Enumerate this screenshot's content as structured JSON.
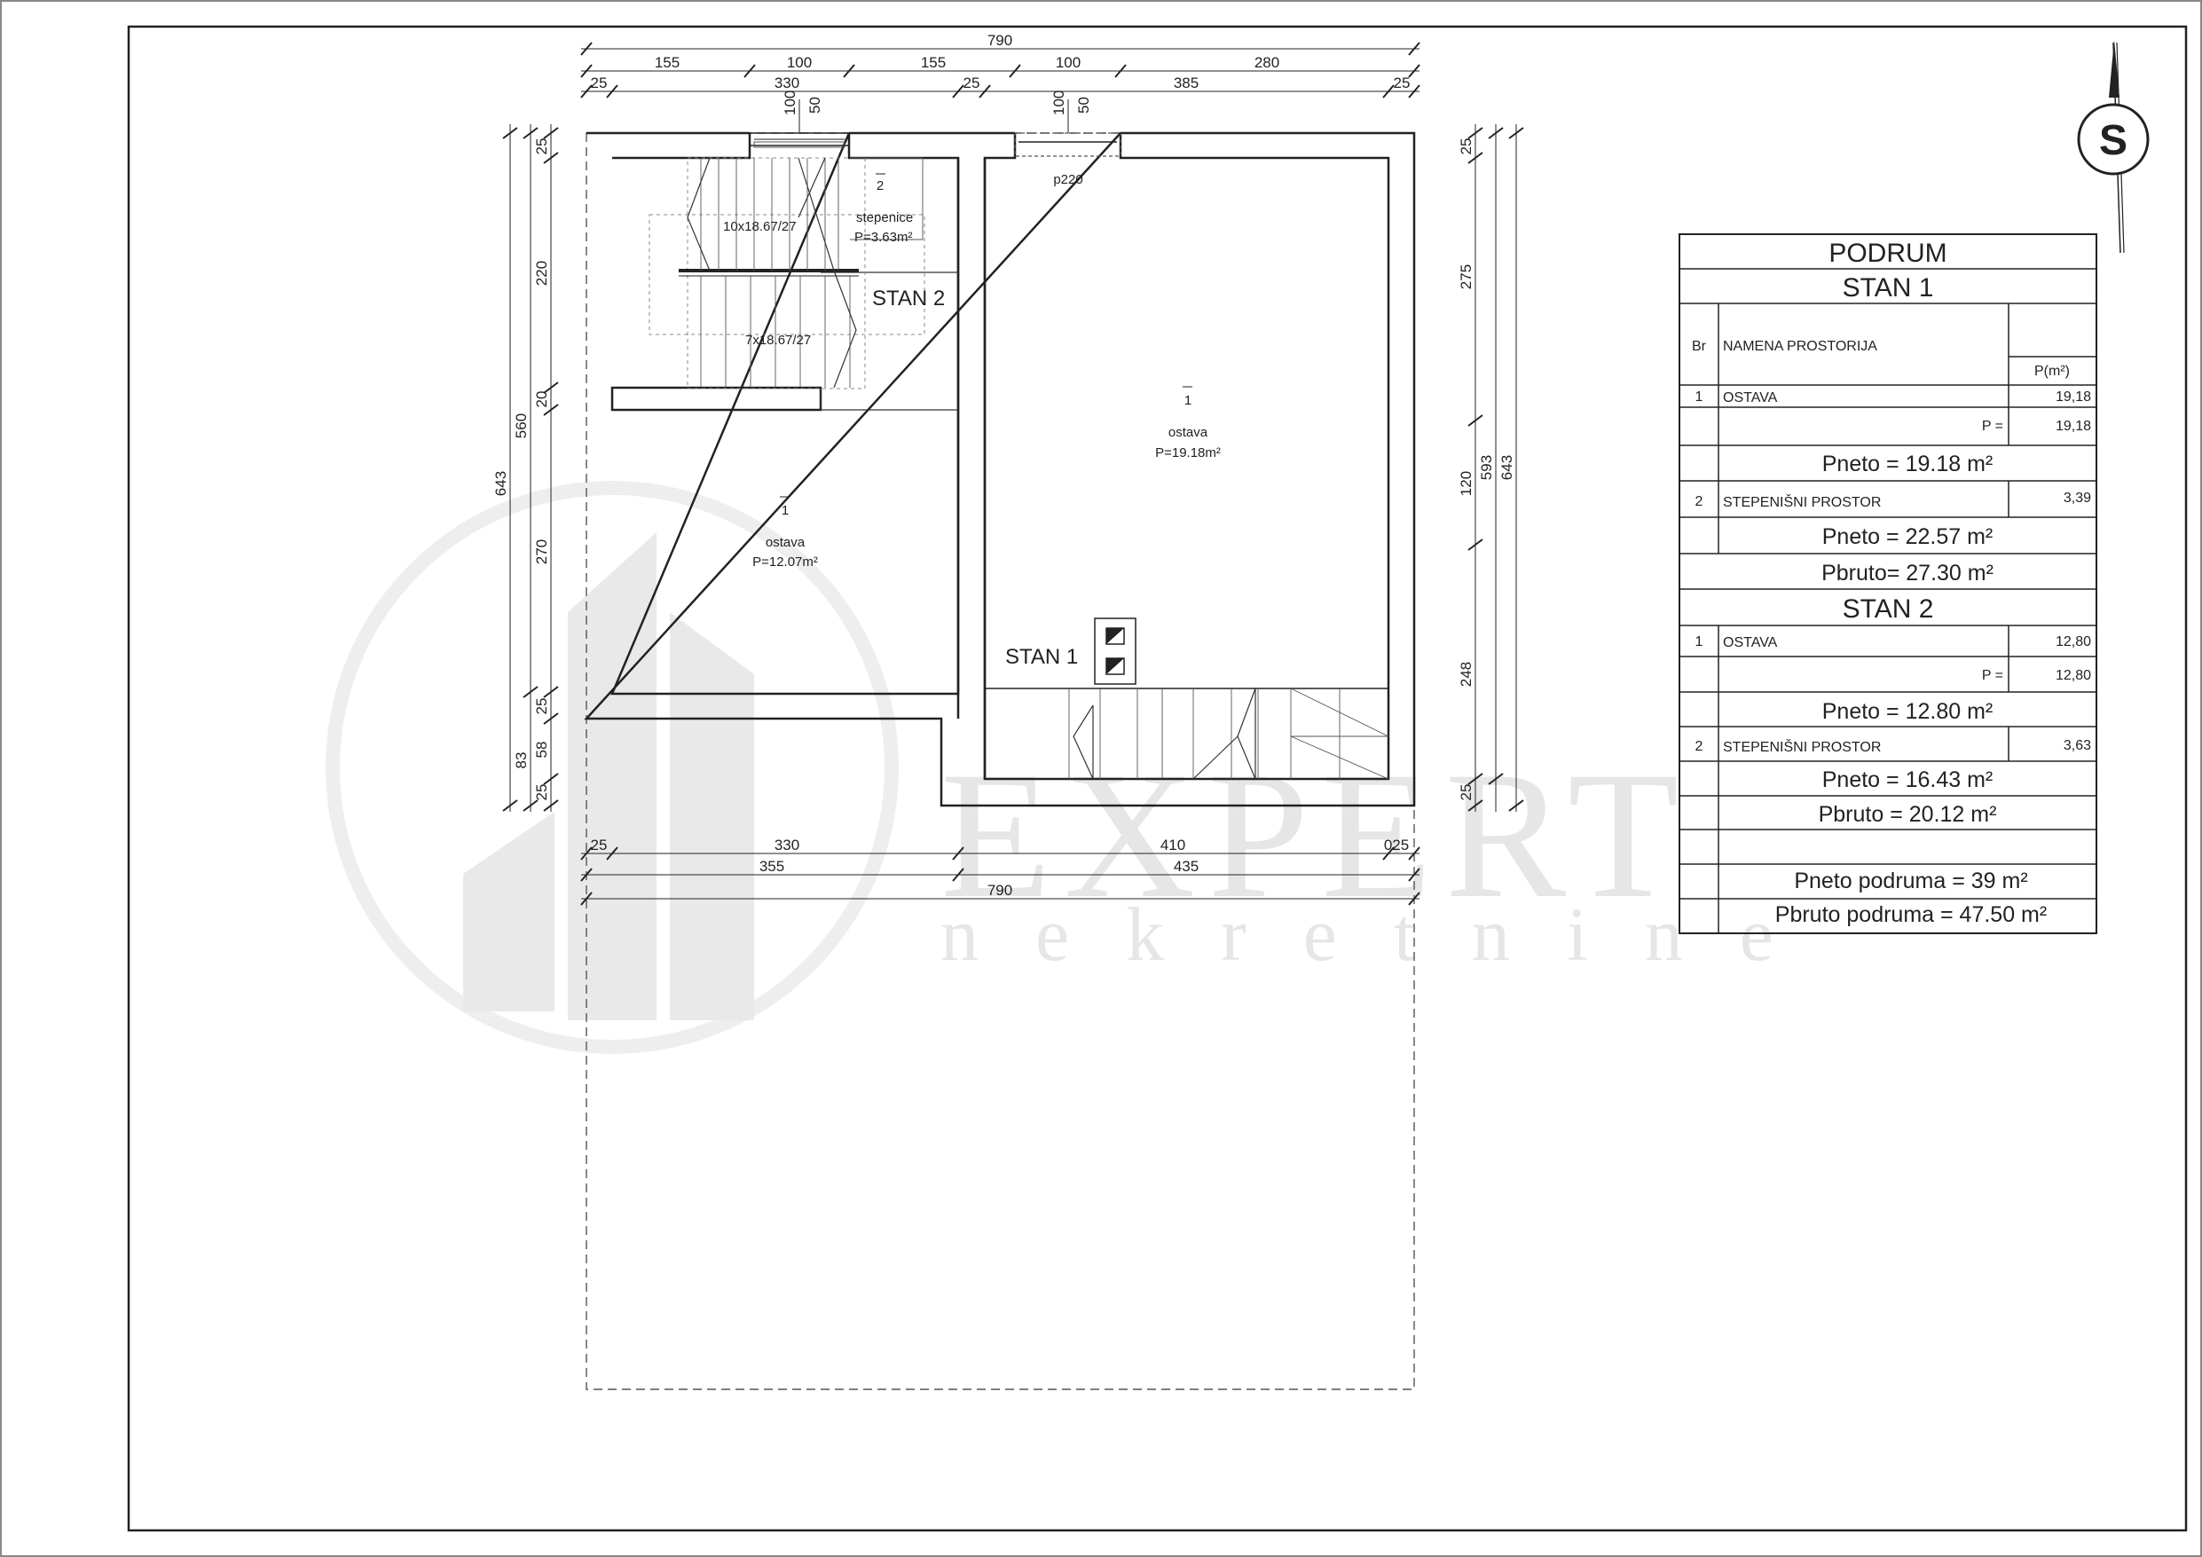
{
  "compass": {
    "label": "S"
  },
  "plan": {
    "top_dims_row1": [
      "790"
    ],
    "top_dims_row2": [
      "155",
      "100",
      "155",
      "100",
      "280"
    ],
    "top_dims_row3": [
      "25",
      "330",
      "25",
      "385",
      "25"
    ],
    "window_dims_a": [
      "100",
      "50"
    ],
    "window_dims_b": [
      "100",
      "50"
    ],
    "window_label": "p220",
    "left_dims_outer": [
      "643"
    ],
    "left_dims_mid": [
      "560",
      "83"
    ],
    "left_dims_inner": [
      "25",
      "220",
      "20",
      "270",
      "25",
      "58",
      "25"
    ],
    "right_dims_inner": [
      "25",
      "275",
      "120",
      "248",
      "25"
    ],
    "right_dims_mid": [
      "593"
    ],
    "right_dims_outer": [
      "643"
    ],
    "bottom_dims_row1": [
      "25",
      "330",
      "410",
      "025"
    ],
    "bottom_dims_row2": [
      "355",
      "435"
    ],
    "bottom_dims_row3": [
      "790"
    ],
    "rooms": [
      {
        "number": "2",
        "name": "stepenice",
        "area": "P=3.63m²"
      },
      {
        "number": "1",
        "name": "ostava",
        "area": "P=12.07m²"
      },
      {
        "number": "1",
        "name": "ostava",
        "area": "P=19.18m²"
      }
    ],
    "stair_labels": [
      "10x18.67/27",
      "7x18.67/27"
    ],
    "stan_labels": [
      "STAN 2",
      "STAN 1"
    ]
  },
  "table": {
    "title": "PODRUM",
    "stan1_title": "STAN 1",
    "col_br": "Br",
    "col_namena": "NAMENA PROSTORIJA",
    "col_p": "P(m²)",
    "stan1_rows": [
      {
        "br": "1",
        "name": "OSTAVA",
        "value": "19,18"
      },
      {
        "br": "",
        "name": "P =",
        "value": "19,18"
      }
    ],
    "stan1_pneto1": "Pneto = 19.18 m²",
    "stan1_row2": {
      "br": "2",
      "name": "STEPENIŠNI PROSTOR",
      "value": "3,39"
    },
    "stan1_pneto2": "Pneto = 22.57 m²",
    "stan1_pbruto": "Pbruto= 27.30 m²",
    "stan2_title": "STAN 2",
    "stan2_rows": [
      {
        "br": "1",
        "name": "OSTAVA",
        "value": "12,80"
      },
      {
        "br": "",
        "name": "P =",
        "value": "12,80"
      }
    ],
    "stan2_pneto1": "Pneto = 12.80 m²",
    "stan2_row2": {
      "br": "2",
      "name": "STEPENIŠNI PROSTOR",
      "value": "3,63"
    },
    "stan2_pneto2": "Pneto = 16.43 m²",
    "stan2_pbruto": "Pbruto = 20.12 m²",
    "pneto_podruma": "Pneto podruma = 39 m²",
    "pbruto_podruma": "Pbruto podruma = 47.50 m²"
  },
  "watermark": {
    "brand": "EXPERT",
    "sub": "nekretnine"
  }
}
